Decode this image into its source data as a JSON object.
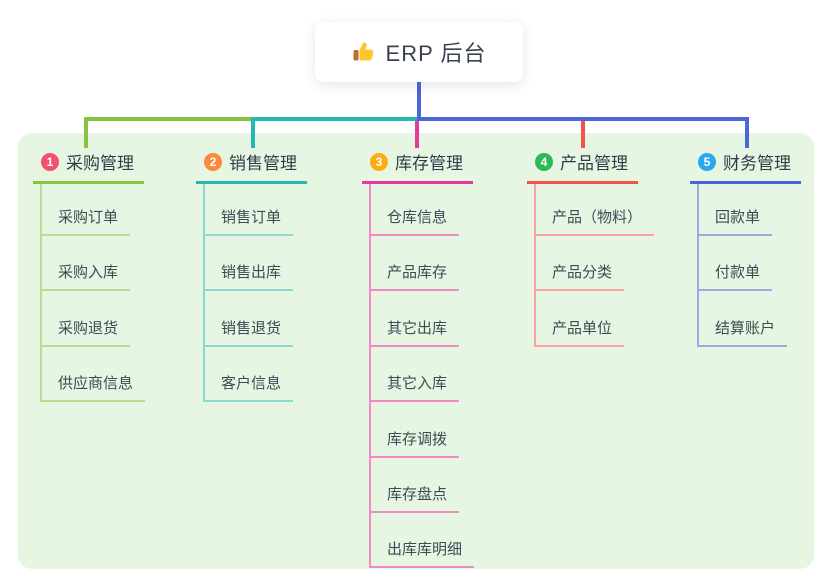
{
  "root": {
    "title": "ERP 后台",
    "icon": "thumbs-up-icon"
  },
  "colors": {
    "page_background": "#ffffff",
    "panel_background": "#e7f6e2",
    "root_connector": "#4a66d8",
    "root_text": "#3a4150",
    "thumb_yellow": "#fcc62c",
    "thumb_cuff": "#b5732a"
  },
  "branches": [
    {
      "num": "1",
      "title": "采购管理",
      "color": "#85c340",
      "tint": "#b9dd95",
      "badge": "#f4516c",
      "children": [
        "采购订单",
        "采购入库",
        "采购退货",
        "供应商信息"
      ]
    },
    {
      "num": "2",
      "title": "销售管理",
      "color": "#24b8ae",
      "tint": "#8adad3",
      "badge": "#fb8a3d",
      "children": [
        "销售订单",
        "销售出库",
        "销售退货",
        "客户信息"
      ]
    },
    {
      "num": "3",
      "title": "库存管理",
      "color": "#e43a9b",
      "tint": "#f28ac6",
      "badge": "#fcad11",
      "children": [
        "仓库信息",
        "产品库存",
        "其它出库",
        "其它入库",
        "库存调拨",
        "库存盘点",
        "出库库明细"
      ]
    },
    {
      "num": "4",
      "title": "产品管理",
      "color": "#f4534a",
      "tint": "#f9a49e",
      "badge": "#2cba55",
      "children": [
        "产品（物料）",
        "产品分类",
        "产品单位"
      ]
    },
    {
      "num": "5",
      "title": "财务管理",
      "color": "#4a66d8",
      "tint": "#9aaae2",
      "badge": "#2aa7f1",
      "children": [
        "回款单",
        "付款单",
        "结算账户"
      ]
    }
  ]
}
